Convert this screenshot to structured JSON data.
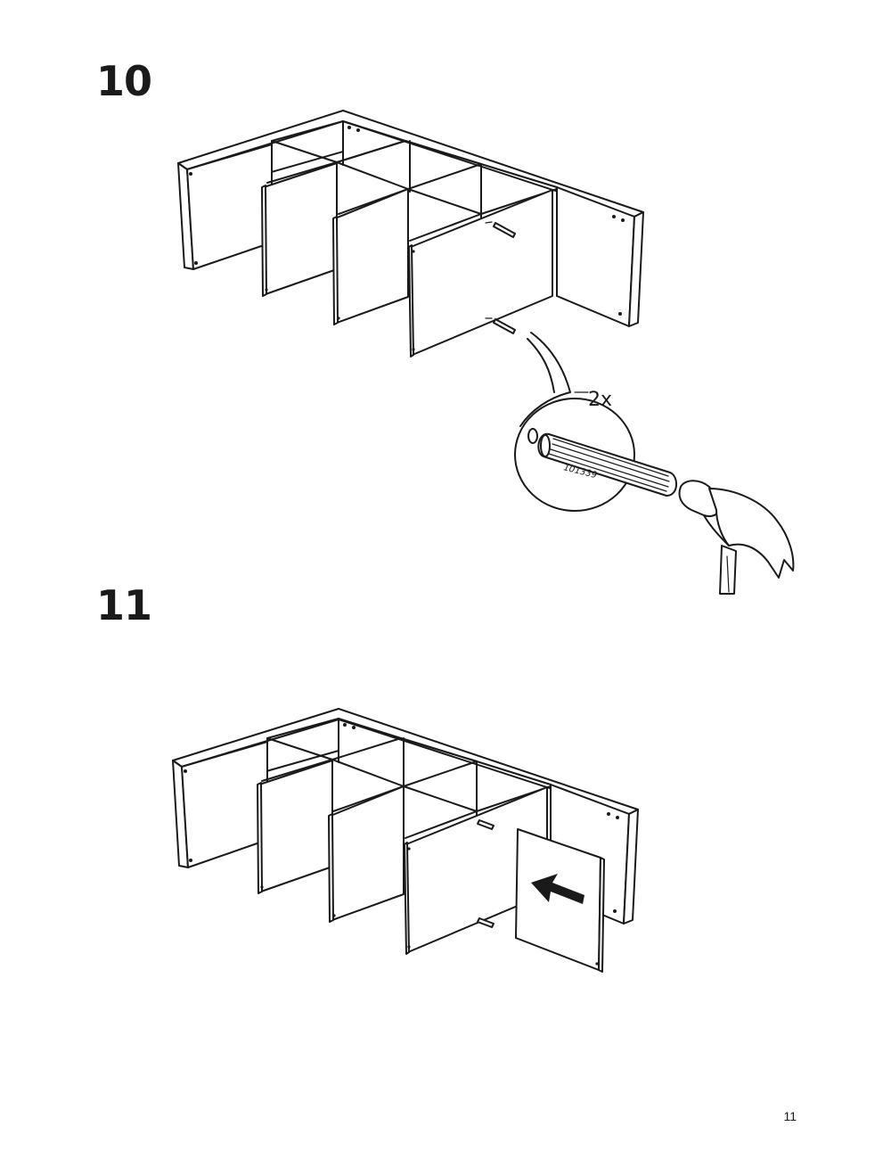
{
  "steps": [
    {
      "number": "10",
      "callout_quantity": "2x",
      "part_number": "101339"
    },
    {
      "number": "11"
    }
  ],
  "page_number": "11",
  "icons": {
    "dowel": "dowel-icon",
    "hammer": "hammer-icon",
    "arrow": "arrow-left-icon"
  }
}
